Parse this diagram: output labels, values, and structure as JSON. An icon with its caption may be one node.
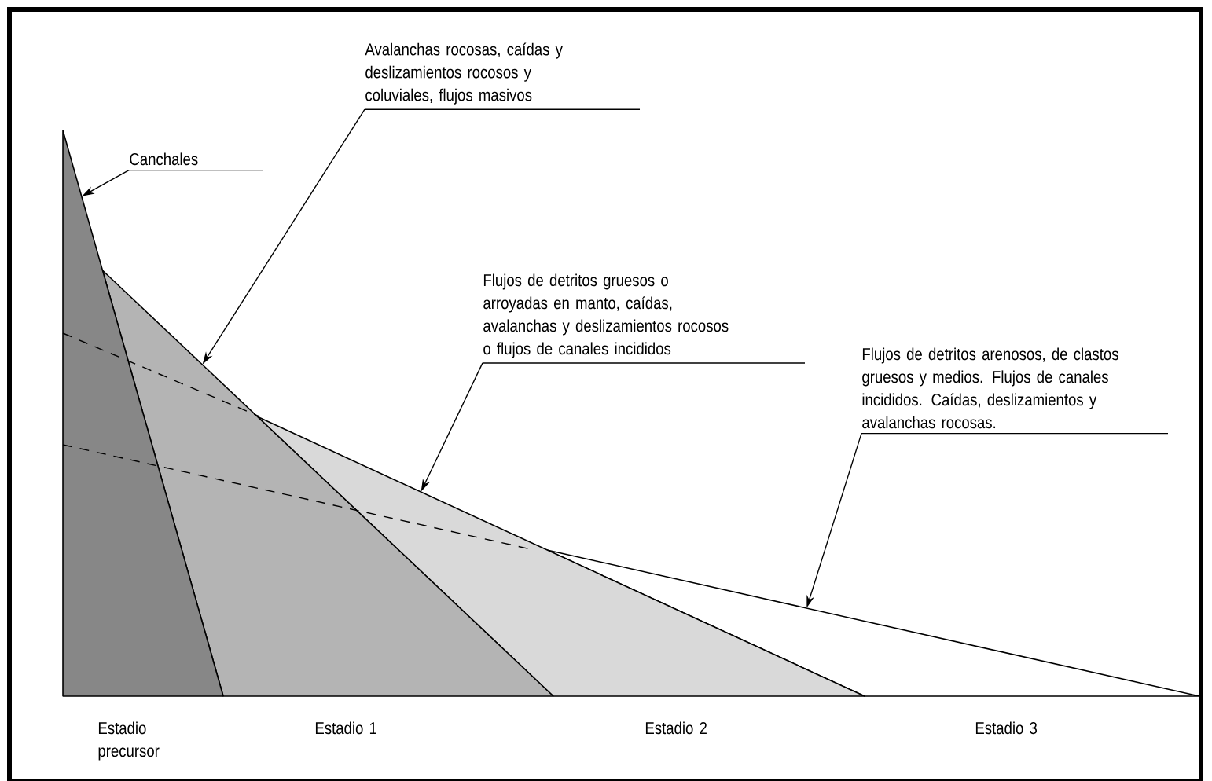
{
  "diagram": {
    "nodes": [
      {
        "text": [],
        "shape": "triangle",
        "beside": [
          "Estadio precursor"
        ]
      },
      {
        "text": [],
        "shape": "triangle",
        "beside": [
          "Estadio 1"
        ]
      },
      {
        "text": [],
        "shape": "triangle",
        "beside": [
          "Estadio 2"
        ]
      },
      {
        "text": [],
        "shape": "triangle",
        "beside": [
          "Estadio 3"
        ]
      },
      {
        "text": [
          "Canchales"
        ]
      },
      {
        "text": [
          "Avalanchas rocosas, caídas y deslizamientos rocosos y coluviales, flujos masivos"
        ]
      },
      {
        "text": [
          "Flujos de detritos gruesos o arroyadas en manto, caídas, avalanchas y deslizamientos rocosos o flujos de canales incididos"
        ]
      },
      {
        "text": [
          "Flujos de detritos arenosos, de clastos gruesos y medios. Flujos de canales incididos. Caídas, deslizamientos y avalanchas rocosas."
        ]
      }
    ],
    "edges": [
      {
        "from": 4,
        "to": 0,
        "arrow": "to"
      },
      {
        "from": 5,
        "to": 1,
        "arrow": "to"
      },
      {
        "from": 6,
        "to": 2,
        "arrow": "to"
      },
      {
        "from": 7,
        "to": 3,
        "arrow": "to"
      }
    ]
  }
}
